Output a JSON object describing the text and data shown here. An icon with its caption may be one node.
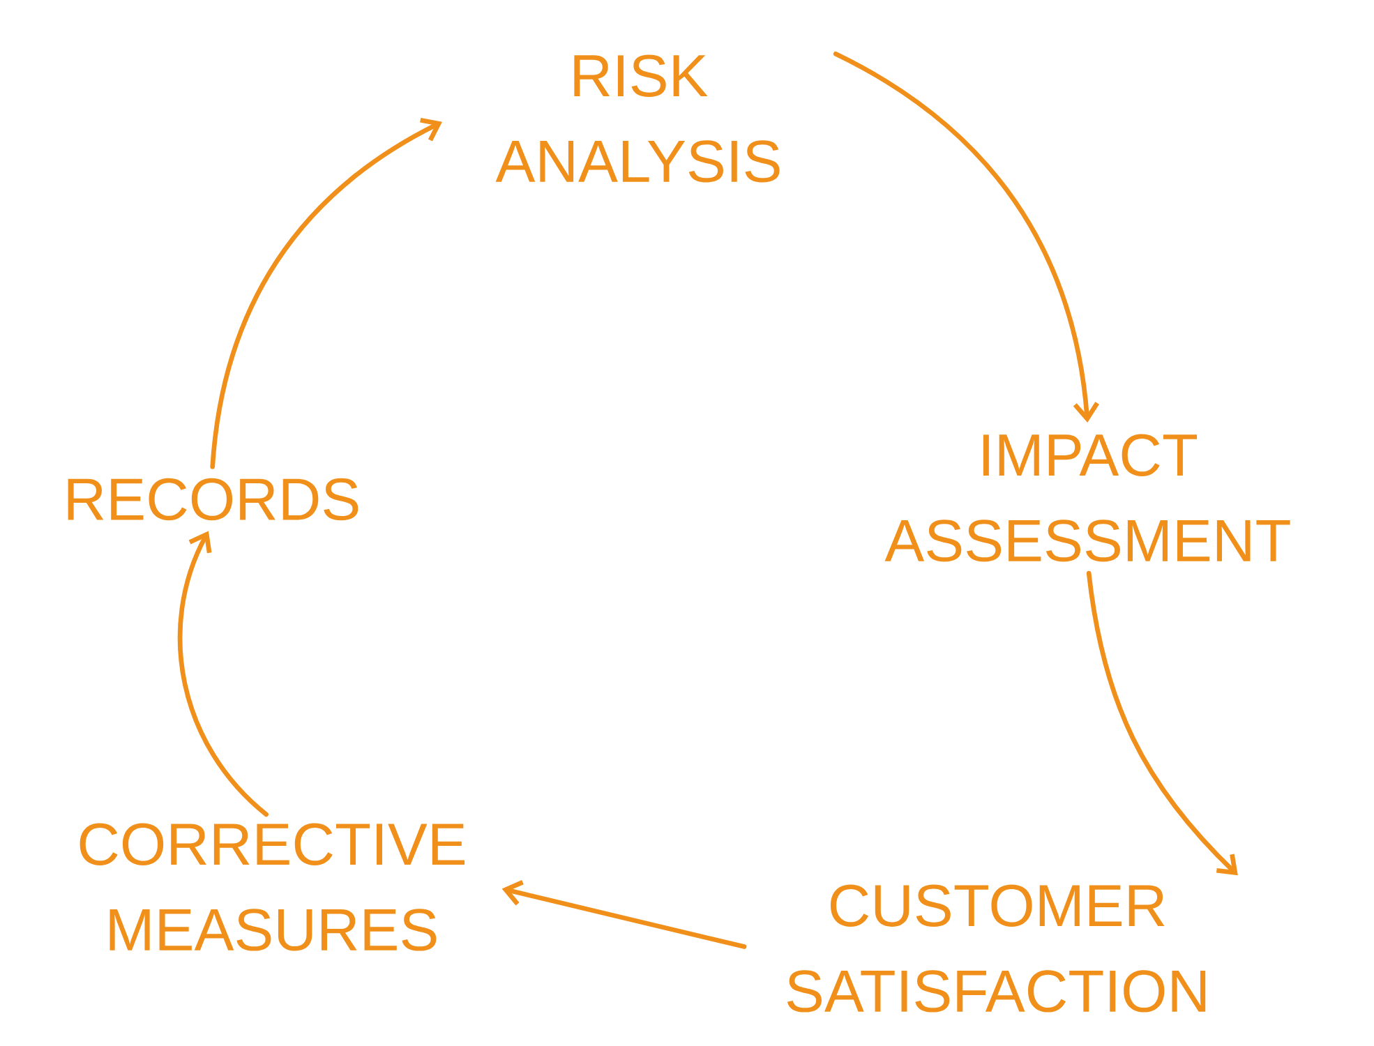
{
  "diagram": {
    "nodes": [
      {
        "text": [
          "RISK ANALYSIS"
        ]
      },
      {
        "text": [
          "IMPACT ASSESSMENT"
        ]
      },
      {
        "text": [
          "CUSTOMER SATISFACTION"
        ]
      },
      {
        "text": [
          "CORRECTIVE MEASURES"
        ]
      },
      {
        "text": [
          "RECORDS"
        ]
      }
    ],
    "edges": [
      {
        "from": 0,
        "to": 1,
        "arrow": "to"
      },
      {
        "from": 1,
        "to": 2,
        "arrow": "to"
      },
      {
        "from": 2,
        "to": 3,
        "arrow": "to"
      },
      {
        "from": 3,
        "to": 4,
        "arrow": "to"
      },
      {
        "from": 4,
        "to": 0,
        "arrow": "to"
      }
    ]
  }
}
